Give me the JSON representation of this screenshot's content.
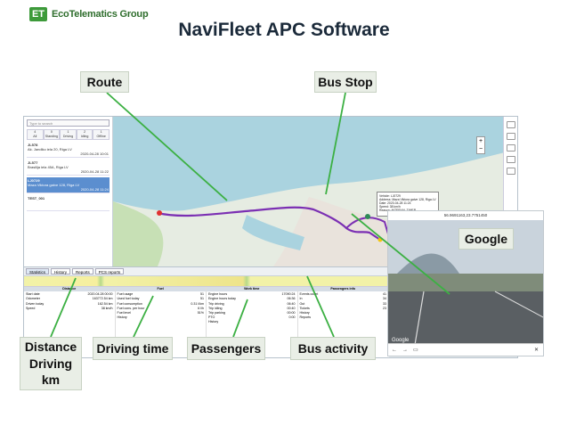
{
  "logo": {
    "mark": "ET",
    "text": "EcoTelematics Group"
  },
  "title": "NaviFleet APC Software",
  "callouts": {
    "route": "Route",
    "bus_stop": "Bus Stop",
    "google": "Google",
    "distance": "Distance Driving km",
    "driving_time": "Driving time",
    "passengers": "Passengers",
    "bus_activity": "Bus activity"
  },
  "sidebar": {
    "search_placeholder": "Type to search",
    "tabs": [
      {
        "count": "4",
        "label": "All"
      },
      {
        "count": "0",
        "label": "Standing"
      },
      {
        "count": "1",
        "label": "Driving"
      },
      {
        "count": "2",
        "label": "Idling"
      },
      {
        "count": "1",
        "label": "Offline"
      }
    ],
    "vehicles": [
      {
        "name": "JL578",
        "addr": "Ak. Jandiko iela 20, Riga LV",
        "time": "2020-04-28 10:01"
      },
      {
        "name": "JL577",
        "addr": "Brasilija iela 45A, Riga LV",
        "time": "2020-04-28 11:22"
      },
      {
        "name": "LJ0729",
        "addr": "Maza Viktora gatve 128, Riga LV",
        "time": "2020-04-28 11:24"
      },
      {
        "name": "TEST_001",
        "addr": "",
        "time": ""
      }
    ]
  },
  "popup": {
    "vehicle": "Vehicle: LJ0729",
    "address": "Address: Maza Viktora gatve 128, Riga LV",
    "date": "Date: 2020-04-28 11:24",
    "speed": "Speed: 38 km/h",
    "reason": "Reason: INTERVAL TIMER"
  },
  "bottom_tabs": [
    "Statistics",
    "History",
    "Reports",
    "PCS reports"
  ],
  "stats": {
    "distance": {
      "header": "Distance",
      "rows": [
        [
          "Start date",
          "2020.04.28 00:00"
        ],
        [
          "Odometer",
          "163772.54 km"
        ],
        [
          "Driven today",
          "162.54 km"
        ],
        [
          "Speed",
          "38 km/h"
        ]
      ]
    },
    "fuel": {
      "header": "Fuel",
      "rows": [
        [
          "Fuel usage",
          "51"
        ],
        [
          "Used fuel today",
          "51"
        ],
        [
          "Fuel consumption",
          "0.31 l/km"
        ],
        [
          "Fuel cons. per hour",
          "6 l/h"
        ],
        [
          "Fuel level",
          "51%"
        ],
        [
          "History",
          ""
        ]
      ]
    },
    "worktime": {
      "header": "Work time",
      "rows": [
        [
          "Engine hours",
          "17090:24"
        ],
        [
          "Engine hours today",
          "06:36"
        ],
        [
          "Trip driving",
          "06:40"
        ],
        [
          "Trip idling",
          "00:40"
        ],
        [
          "Trip parking",
          "00:00"
        ],
        [
          "PTO",
          "0:00"
        ],
        [
          "History",
          ""
        ]
      ]
    },
    "passengers": {
      "header": "Passengers info",
      "rows": [
        [
          "Events count",
          "41"
        ],
        [
          "In",
          "34"
        ],
        [
          "Out",
          "33"
        ],
        [
          "Tickets",
          "23"
        ],
        [
          "History",
          ""
        ],
        [
          "Reports",
          ""
        ]
      ]
    }
  },
  "google_view": {
    "coords": "56.9691163,23.7751450",
    "credit": "Google",
    "controls": [
      "←",
      "→",
      "▭"
    ],
    "close": "✕"
  }
}
